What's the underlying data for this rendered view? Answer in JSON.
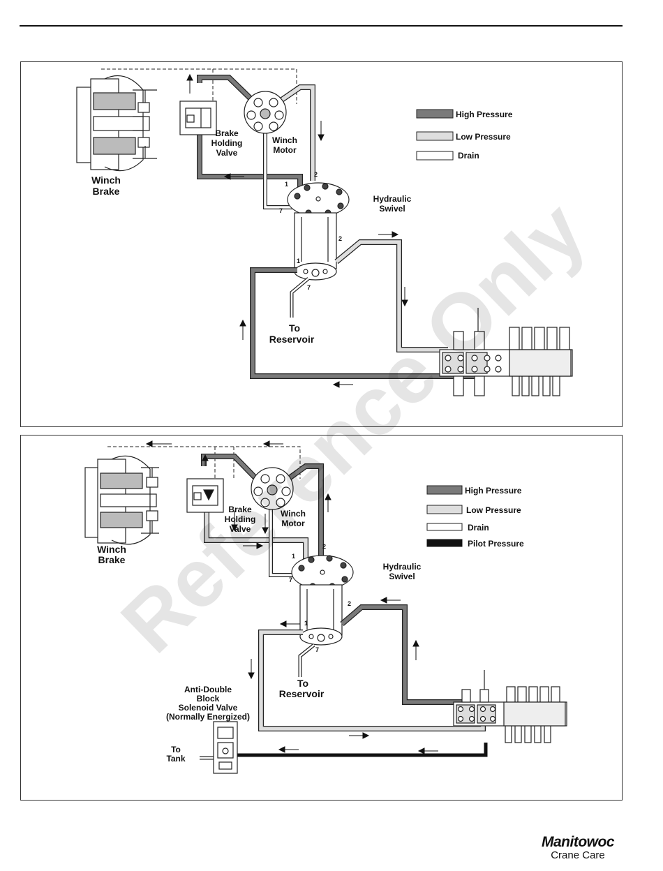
{
  "colors": {
    "high": "#7a7a7a",
    "low": "#dedede",
    "drain": "#ffffff",
    "pilot": "#111111",
    "outline": "#222222"
  },
  "top": {
    "winch_brake": [
      "Winch",
      "Brake"
    ],
    "brake_valve": [
      "Brake",
      "Holding",
      "Valve"
    ],
    "winch_motor": [
      "Winch",
      "Motor"
    ],
    "swivel": [
      "Hydraulic",
      "Swivel"
    ],
    "reservoir": [
      "To",
      "Reservoir"
    ],
    "legend": [
      "High Pressure",
      "Low Pressure",
      "Drain"
    ],
    "ports": [
      "1",
      "2",
      "7",
      "2",
      "1",
      "7"
    ]
  },
  "bottom": {
    "winch_brake": [
      "Winch",
      "Brake"
    ],
    "brake_valve": [
      "Brake",
      "Holding",
      "Valve"
    ],
    "winch_motor": [
      "Winch",
      "Motor"
    ],
    "swivel": [
      "Hydraulic",
      "Swivel"
    ],
    "reservoir": [
      "To",
      "Reservoir"
    ],
    "solenoid": [
      "Anti-Double",
      "Block",
      "Solenoid Valve",
      "(Normally Energized)"
    ],
    "tank": [
      "To",
      "Tank"
    ],
    "legend": [
      "High Pressure",
      "Low Pressure",
      "Drain",
      "Pilot Pressure"
    ],
    "ports": [
      "2",
      "1",
      "7",
      "2",
      "1",
      "7"
    ]
  },
  "watermark": "Reference Only",
  "logo": {
    "brand": "Manitowoc",
    "sub": "Crane Care",
    "icon": "manitowoc-logo"
  }
}
